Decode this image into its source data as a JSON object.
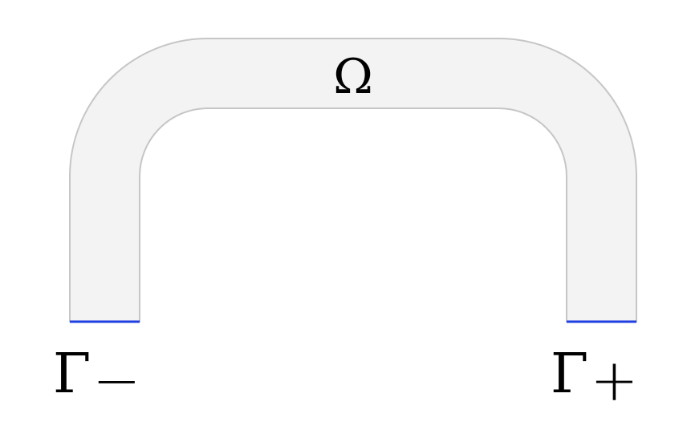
{
  "diagram": {
    "domain_label": "Ω",
    "boundary_left": {
      "symbol": "Γ",
      "subscript": "−"
    },
    "boundary_right": {
      "symbol": "Γ",
      "subscript": "+"
    },
    "colors": {
      "domain_fill": "#f3f3f3",
      "domain_stroke": "#c6c6c6",
      "boundary": "#1f3fe0"
    }
  }
}
